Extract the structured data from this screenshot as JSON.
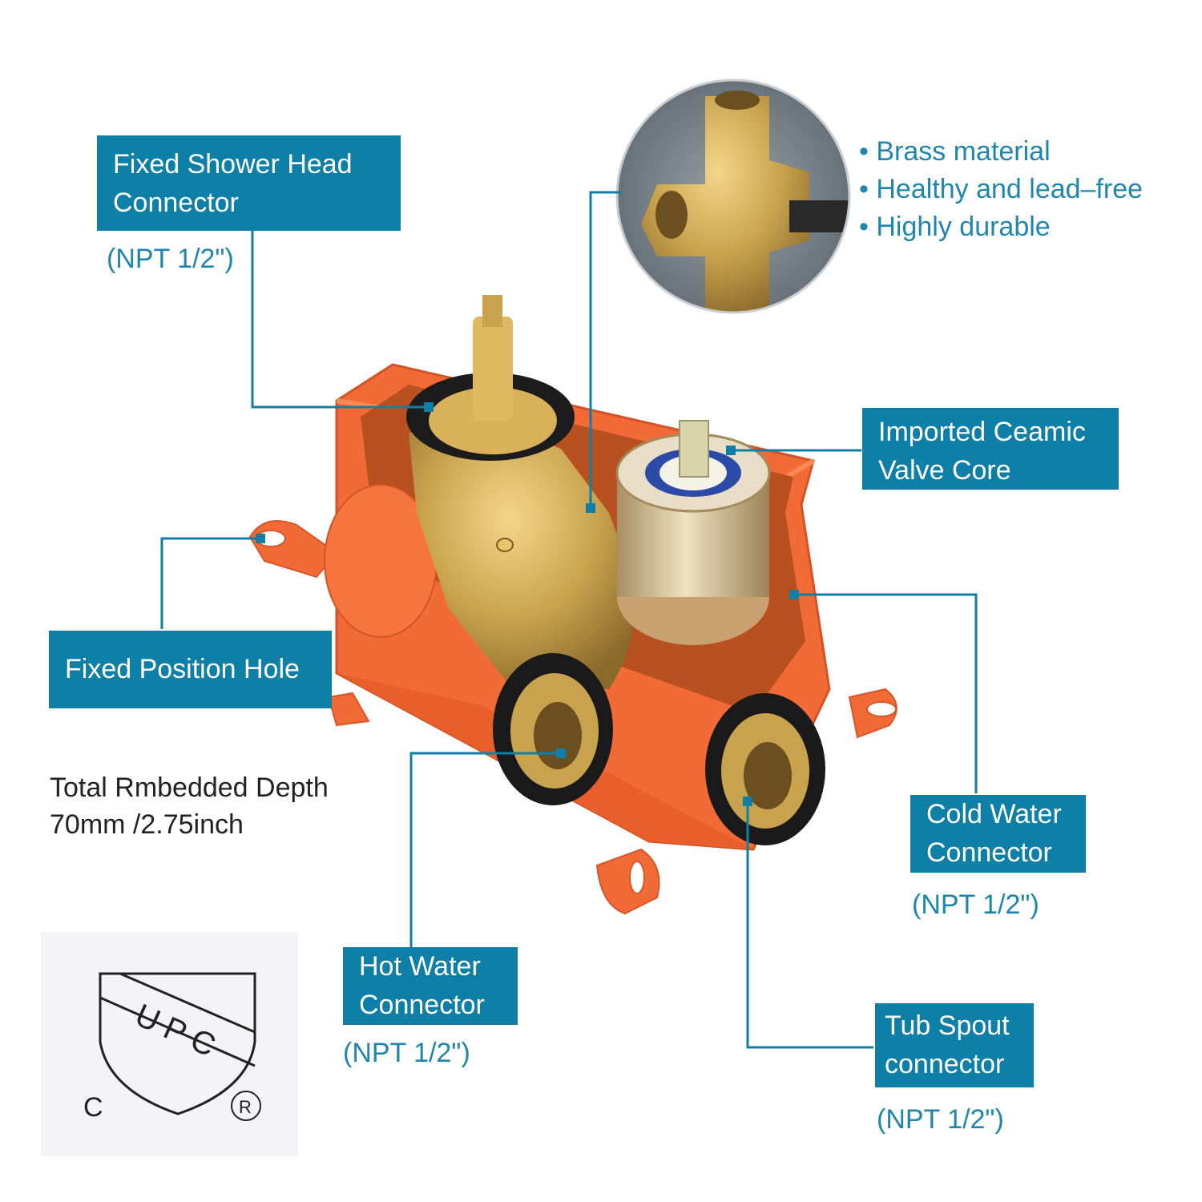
{
  "labels": {
    "shower_head": "Fixed Shower Head Connector",
    "valve_core": "Imported Ceamic Valve Core",
    "position_hole": "Fixed Position Hole",
    "cold_water": "Cold Water Connector",
    "hot_water": "Hot Water Connector",
    "tub_spout": "Tub Spout connector"
  },
  "specs": {
    "shower_head": "(NPT 1/2\")",
    "cold_water": "(NPT 1/2\")",
    "hot_water": "(NPT 1/2\")",
    "tub_spout": "(NPT 1/2\")"
  },
  "features": [
    "Brass material",
    "Healthy and lead–free",
    "Highly durable"
  ],
  "depth": {
    "line1": "Total Rmbedded Depth",
    "line2": "70mm /2.75inch"
  },
  "cert": {
    "text": "UPC",
    "c": "C",
    "r": "R"
  },
  "colors": {
    "accent": "#0e7fa6",
    "box_orange": "#f26a35",
    "brass": "#c9a24e"
  }
}
